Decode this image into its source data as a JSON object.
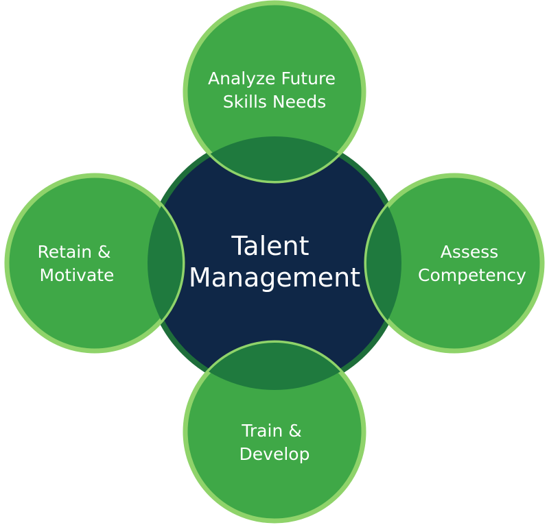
{
  "diagram": {
    "center": {
      "line1": "Talent",
      "line2": "Management"
    },
    "nodes": {
      "top": {
        "line1": "Analyze Future",
        "line2": "Skills Needs"
      },
      "right": {
        "line1": "Assess",
        "line2": "Competency"
      },
      "bottom": {
        "line1": "Train &",
        "line2": "Develop"
      },
      "left": {
        "line1": "Retain &",
        "line2": "Motivate"
      }
    }
  },
  "colors": {
    "center_fill": "#0f2747",
    "center_ring": "#1e6e3a",
    "node_fill": "#3fa847",
    "node_ring": "#8fd36a",
    "overlap_fill": "#1f7a3e",
    "text": "#ffffff"
  }
}
